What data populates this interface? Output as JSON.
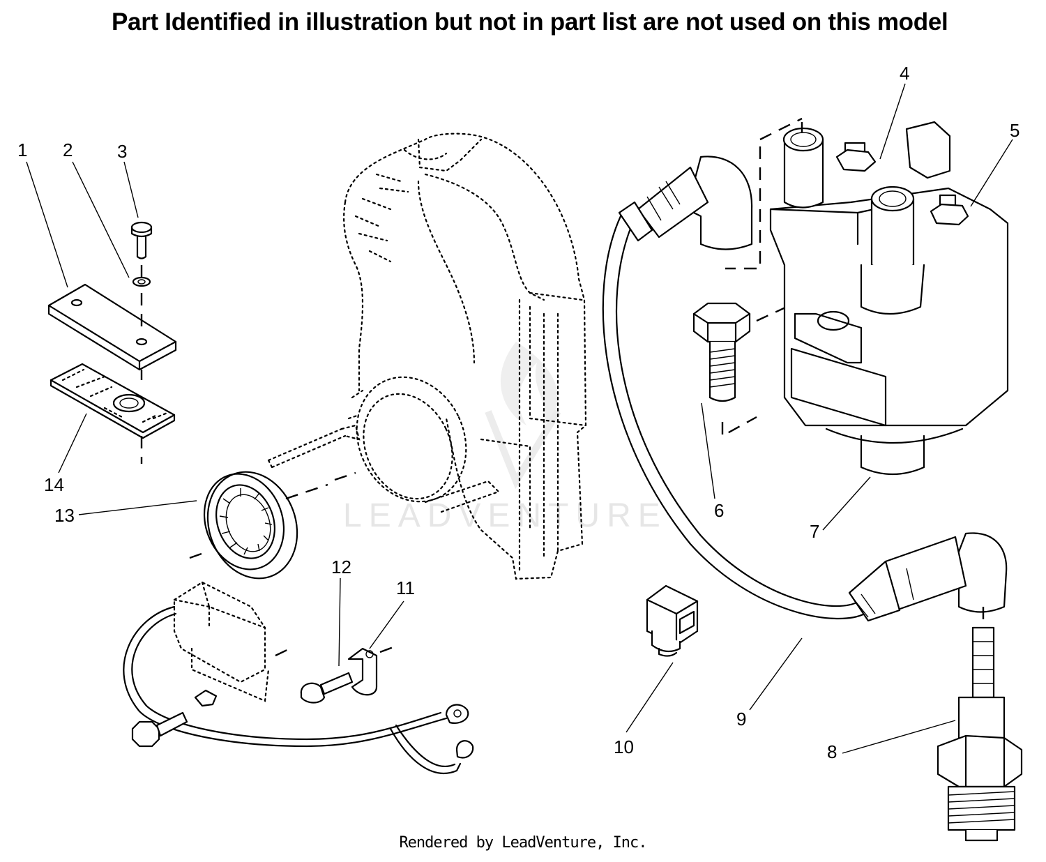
{
  "header": {
    "note": "Part Identified in illustration but not in part list are not used on this model"
  },
  "callouts": [
    {
      "id": "1",
      "label": "1"
    },
    {
      "id": "2",
      "label": "2"
    },
    {
      "id": "3",
      "label": "3"
    },
    {
      "id": "4",
      "label": "4"
    },
    {
      "id": "5",
      "label": "5"
    },
    {
      "id": "6",
      "label": "6"
    },
    {
      "id": "7",
      "label": "7"
    },
    {
      "id": "8",
      "label": "8"
    },
    {
      "id": "9",
      "label": "9"
    },
    {
      "id": "10",
      "label": "10"
    },
    {
      "id": "11",
      "label": "11"
    },
    {
      "id": "12",
      "label": "12"
    },
    {
      "id": "13",
      "label": "13"
    },
    {
      "id": "14",
      "label": "14"
    }
  ],
  "watermark": {
    "text": "LEADVENTURE"
  },
  "footer": {
    "credit": "Rendered by LeadVenture, Inc."
  }
}
